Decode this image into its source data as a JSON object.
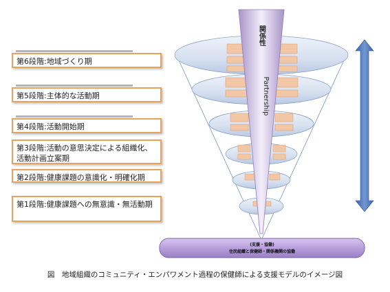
{
  "stages": [
    {
      "label": "第6段階:地域づくり期"
    },
    {
      "label": "第5段階:主体的な活動期"
    },
    {
      "label": "第4段階:活動開始期"
    },
    {
      "label": "第3段階:活動の意思決定による組織化、活動計画立案期"
    },
    {
      "label": "第2段階:健康課題の意識化・明確化期"
    },
    {
      "label": "第1段階:健康課題への無意識・無活動期"
    }
  ],
  "arrow": {
    "top_label": "関係性",
    "side_label": "Partnership"
  },
  "base_label": {
    "line1": "(支援・協働)",
    "line2": "住民組織と保健師・関係機関の協働"
  },
  "caption": "図　地域組織のコミュニティ・エンパワメント過程の保健師による支援モデルのイメージ図",
  "colors": {
    "box_border": "#e8a35a",
    "disc_fill": "#d9e3f2",
    "arrow_fill": "#b7a5d0",
    "base_fill": "#b79fdc",
    "side_arrow": "#4f7bbd",
    "inner_box": "#f2c7a6"
  }
}
